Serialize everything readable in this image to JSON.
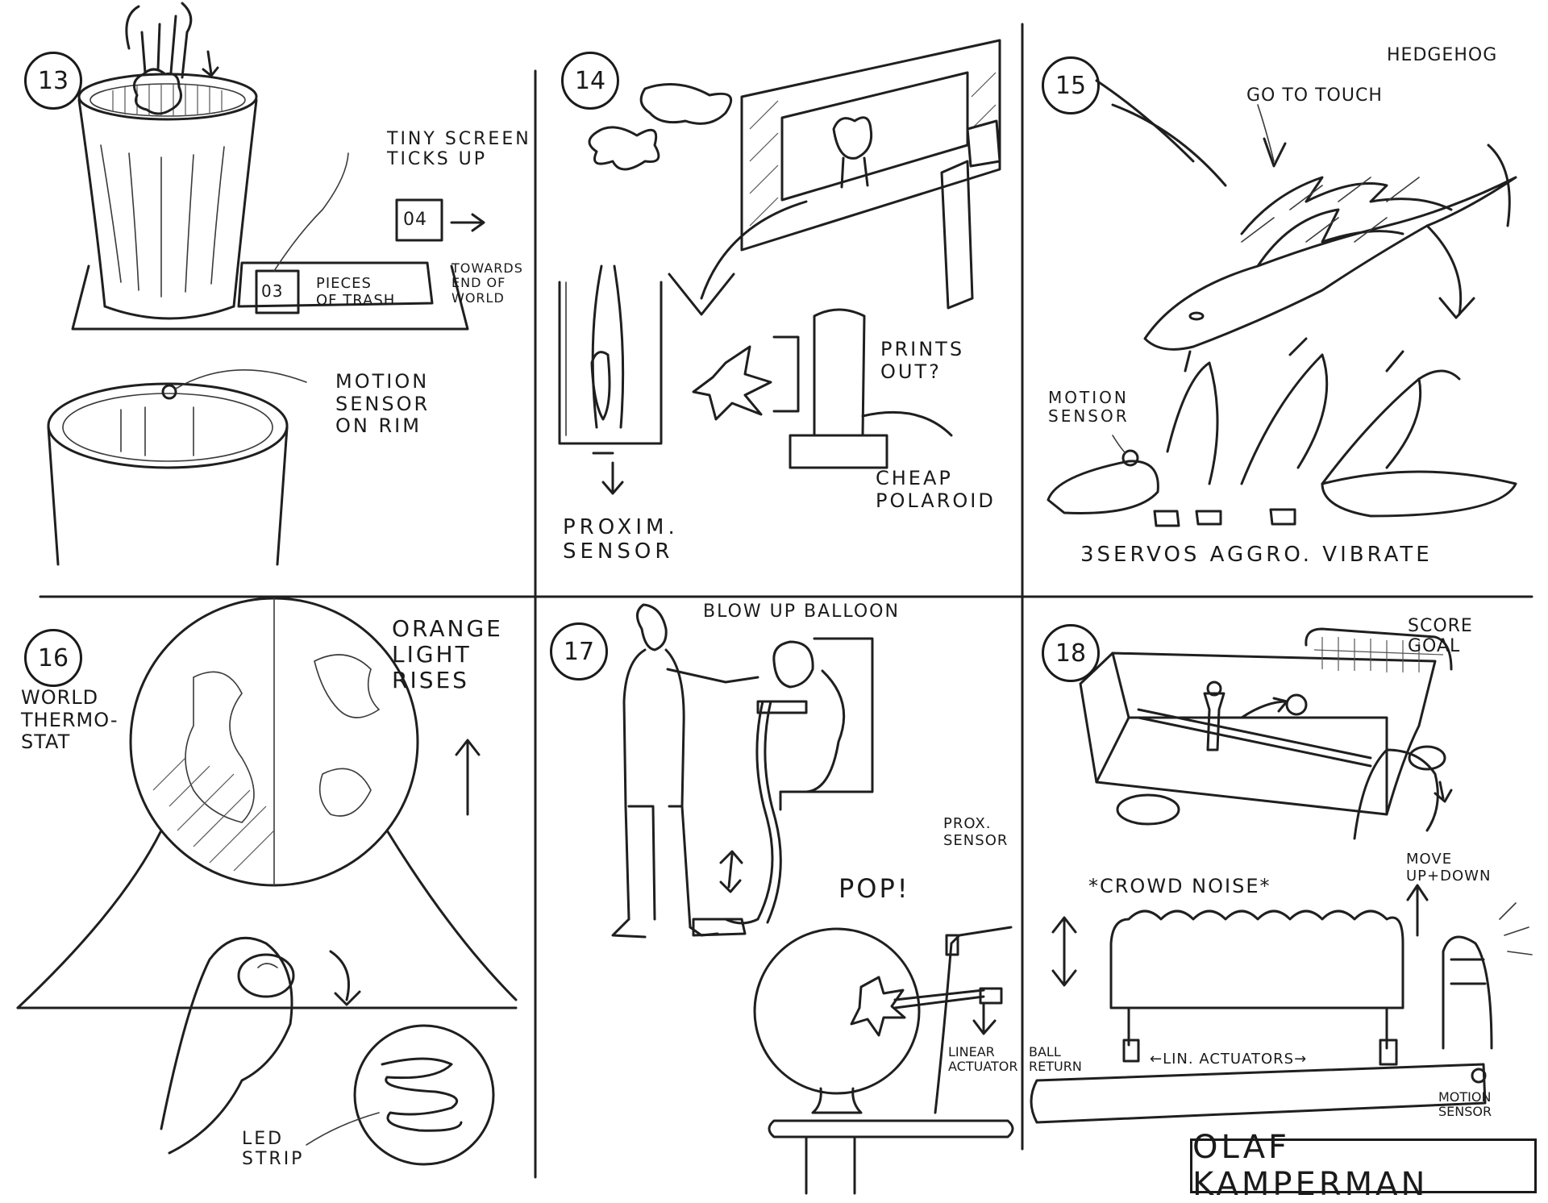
{
  "author": "OLAF KAMPERMAN",
  "panels": [
    {
      "number": "13",
      "labels": {
        "screen_note": "TINY SCREEN\nTICKS UP",
        "counter_next": "04",
        "counter_current": "03",
        "counter_caption": "PIECES\nOF TRASH",
        "towards": "TOWARDS\nEND OF\nWORLD",
        "motion_sensor": "MOTION\nSENSOR\nON RIM"
      }
    },
    {
      "number": "14",
      "labels": {
        "prints_out": "PRINTS\nOUT?",
        "cheap_polaroid": "CHEAP\nPOLAROID",
        "proxim_sensor": "PROXIM.\nSENSOR"
      }
    },
    {
      "number": "15",
      "labels": {
        "hedgehog": "HEDGEHOG",
        "go_to_touch": "GO TO TOUCH",
        "motion_sensor": "MOTION\nSENSOR",
        "servos": "3SERVOS AGGRO. VIBRATE"
      }
    },
    {
      "number": "16",
      "labels": {
        "orange_light": "ORANGE\nLIGHT\nRISES",
        "thermostat": "WORLD\nTHERMO-\nSTAT",
        "led_strip": "LED\nSTRIP"
      }
    },
    {
      "number": "17",
      "labels": {
        "blow_up": "BLOW UP BALLOON",
        "pop": "POP!",
        "prox_sensor": "PROX.\nSENSOR",
        "linear_actuator": "LINEAR\nACTUATOR"
      }
    },
    {
      "number": "18",
      "labels": {
        "score_goal": "SCORE\nGOAL",
        "crowd_noise": "*CROWD NOISE*",
        "move": "MOVE\nUP+DOWN",
        "ball_return": "BALL\nRETURN",
        "lin_actuators": "←LIN. ACTUATORS→",
        "motion_sensor": "MOTION\nSENSOR"
      }
    }
  ]
}
